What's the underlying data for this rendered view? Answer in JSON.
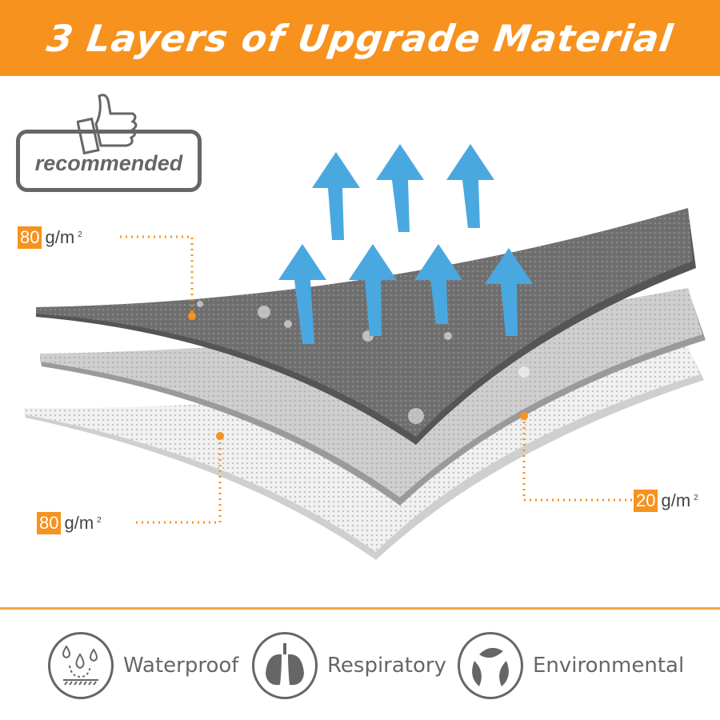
{
  "header": {
    "title": "3 Layers of Upgrade Material"
  },
  "badge": {
    "label": "recommended"
  },
  "layers": [
    {
      "value": "80",
      "unit": "g/m",
      "sup": "2"
    },
    {
      "value": "20",
      "unit": "g/m",
      "sup": "2"
    },
    {
      "value": "80",
      "unit": "g/m",
      "sup": "2"
    }
  ],
  "features": [
    {
      "label": "Waterproof",
      "icon": "water-drops-icon"
    },
    {
      "label": "Respiratory",
      "icon": "lungs-icon"
    },
    {
      "label": "Environmental",
      "icon": "leaves-icon"
    }
  ],
  "colors": {
    "accent": "#f7921e",
    "arrow": "#4aa8e0",
    "gray": "#666666"
  }
}
